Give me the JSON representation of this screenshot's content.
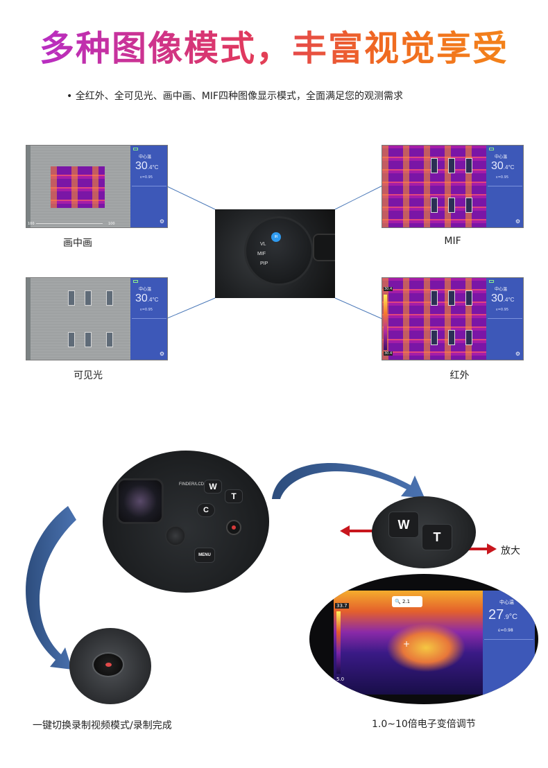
{
  "header": {
    "title": "多种图像模式，丰富视觉享受",
    "subtitle": "• 全红外、全可见光、画中画、MIF四种图像显示模式，全面满足您的观测需求"
  },
  "modes": {
    "pip_label": "画中画",
    "mif_label": "MIF",
    "visible_label": "可见光",
    "infrared_label": "红外"
  },
  "screen": {
    "center_temp_label": "中心温",
    "temp_value": "30",
    "temp_decimal": ".4",
    "unit": "°C",
    "emissivity": "ε=0.95",
    "pip_scale_left": "100",
    "pip_scale_right": "100",
    "ir_scale_top": "30.4",
    "ir_scale_bottom": "30.4"
  },
  "dial": {
    "ir": "IR",
    "vl": "VL",
    "mif": "MIF",
    "pip": "PIP"
  },
  "camera": {
    "finder_label": "FINDER/LCD",
    "w_key": "W",
    "t_key": "T",
    "c_key": "C",
    "menu_label": "MENU"
  },
  "zoom": {
    "enlarge_label": "放大",
    "range_caption": "1.0~10倍电子变倍调节",
    "zoom_factor": "2.1",
    "oval_temp_top": "33.7",
    "oval_temp_bottom": "5.0",
    "oval_center_temp_label": "中心温",
    "oval_temp_value": "27",
    "oval_temp_decimal": ".9",
    "oval_unit": "°C",
    "oval_emissivity": "ε=0.98"
  },
  "record": {
    "caption": "一键切换录制视频模式/录制完成"
  },
  "colors": {
    "panel_blue": "#3d58b8",
    "arrow_blue": "#3a5a8c",
    "arrow_red": "#c8161d"
  }
}
